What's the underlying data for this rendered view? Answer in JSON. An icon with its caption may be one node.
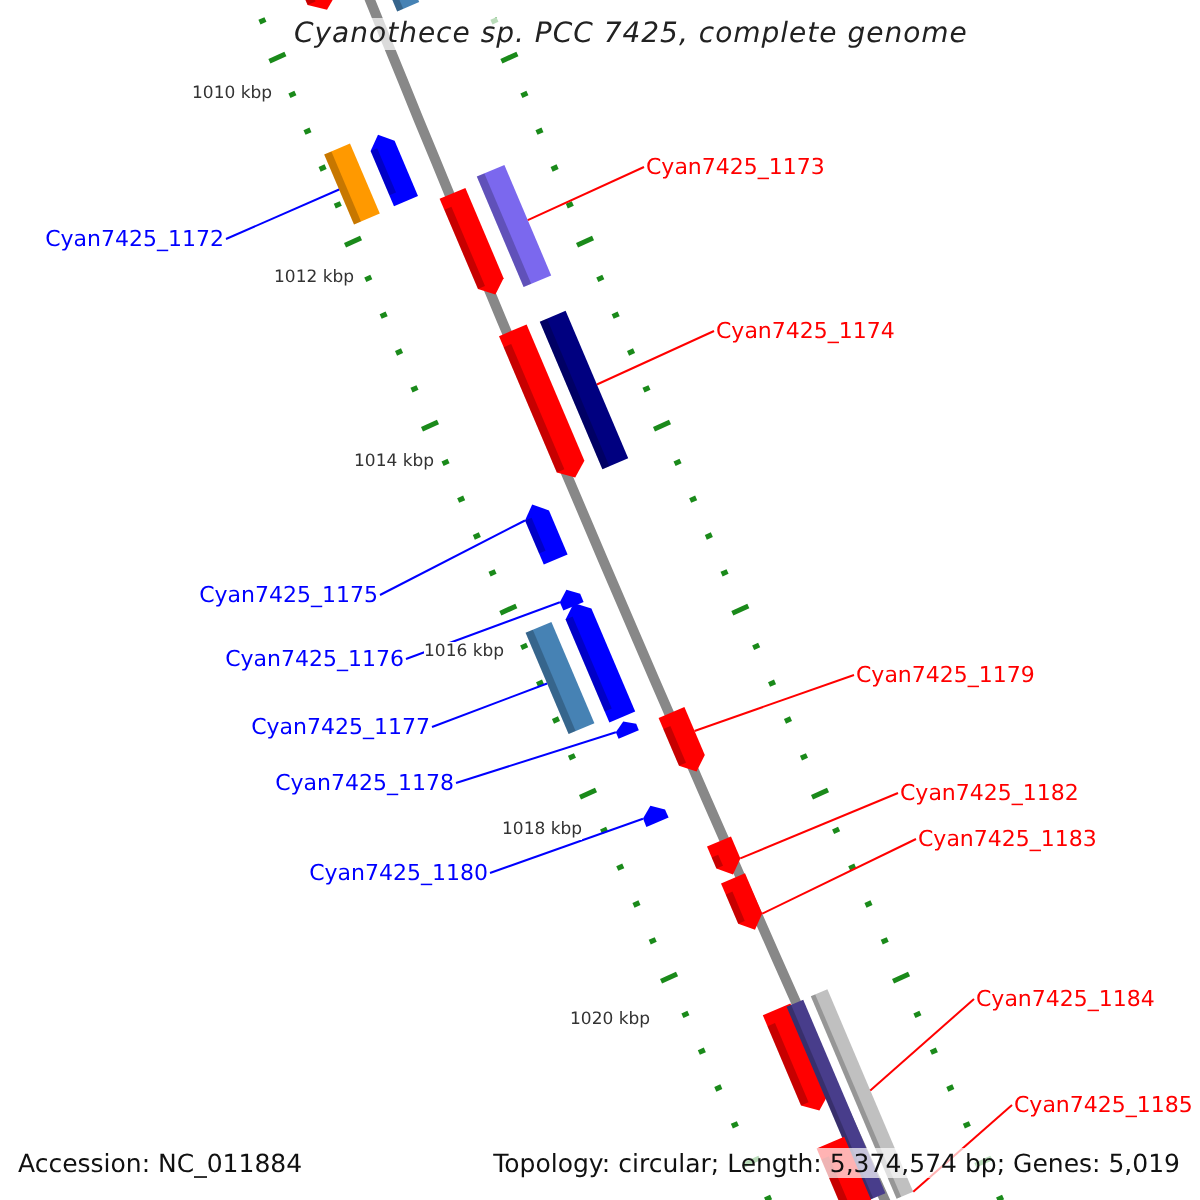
{
  "diagram": {
    "title": "Cyanothece sp. PCC 7425, complete genome",
    "nodes": [
      {
        "text": [
          "Cyan7425_1172"
        ]
      },
      {
        "text": [
          "Cyan7425_1173"
        ]
      },
      {
        "text": [
          "Cyan7425_1174"
        ]
      },
      {
        "text": [
          "Cyan7425_1175"
        ]
      },
      {
        "text": [
          "Cyan7425_1176"
        ]
      },
      {
        "text": [
          "Cyan7425_1177"
        ]
      },
      {
        "text": [
          "Cyan7425_1178"
        ]
      },
      {
        "text": [
          "Cyan7425_1179"
        ]
      },
      {
        "text": [
          "Cyan7425_1180"
        ]
      },
      {
        "text": [
          "Cyan7425_1182"
        ]
      },
      {
        "text": [
          "Cyan7425_1183"
        ]
      },
      {
        "text": [
          "Cyan7425_1184"
        ]
      },
      {
        "text": [
          "Cyan7425_1185"
        ]
      },
      {
        "text": [],
        "shape": "arrow"
      },
      {
        "text": [],
        "shape": "bar"
      },
      {
        "text": [],
        "shape": "bar"
      },
      {
        "text": [],
        "shape": "arrow"
      },
      {
        "text": [],
        "shape": "arrow"
      },
      {
        "text": [],
        "shape": "bar"
      },
      {
        "text": [],
        "shape": "arrow"
      },
      {
        "text": [],
        "shape": "bar"
      },
      {
        "text": [],
        "shape": "arrow"
      },
      {
        "text": [],
        "shape": "arrow"
      },
      {
        "text": [],
        "shape": "bar"
      },
      {
        "text": [],
        "shape": "arrow"
      },
      {
        "text": [],
        "shape": "arrow"
      },
      {
        "text": [],
        "shape": "arrow"
      },
      {
        "text": [],
        "shape": "arrow"
      },
      {
        "text": [],
        "shape": "arrow"
      },
      {
        "text": [],
        "shape": "arrow"
      },
      {
        "text": [],
        "shape": "arrow"
      },
      {
        "text": [],
        "shape": "bar"
      },
      {
        "text": [],
        "shape": "bar"
      },
      {
        "text": [],
        "shape": "arrow"
      }
    ],
    "edges": [
      {
        "from": 0,
        "to": 15,
        "arrow": "none",
        "color": "#0000ff"
      },
      {
        "from": 1,
        "to": 18,
        "arrow": "none",
        "color": "#ff0000"
      },
      {
        "from": 2,
        "to": 20,
        "arrow": "none",
        "color": "#ff0000"
      },
      {
        "from": 3,
        "to": 21,
        "arrow": "none",
        "color": "#0000ff"
      },
      {
        "from": 4,
        "to": 22,
        "arrow": "none",
        "color": "#0000ff"
      },
      {
        "from": 5,
        "to": 23,
        "arrow": "none",
        "color": "#0000ff"
      },
      {
        "from": 6,
        "to": 25,
        "arrow": "none",
        "color": "#0000ff"
      },
      {
        "from": 7,
        "to": 26,
        "arrow": "none",
        "color": "#ff0000"
      },
      {
        "from": 8,
        "to": 27,
        "arrow": "none",
        "color": "#0000ff"
      },
      {
        "from": 9,
        "to": 28,
        "arrow": "none",
        "color": "#ff0000"
      },
      {
        "from": 10,
        "to": 29,
        "arrow": "none",
        "color": "#ff0000"
      },
      {
        "from": 11,
        "to": 32,
        "arrow": "none",
        "color": "#ff0000"
      },
      {
        "from": 12,
        "to": 32,
        "arrow": "none",
        "color": "#ff0000"
      }
    ],
    "labels": [
      "1010 kbp",
      "1012 kbp",
      "1014 kbp",
      "1016 kbp",
      "1018 kbp",
      "1020 kbp",
      "Accession: NC_011884",
      "Topology: circular; Length: 5,374,574 bp; Genes: 5,019"
    ]
  }
}
